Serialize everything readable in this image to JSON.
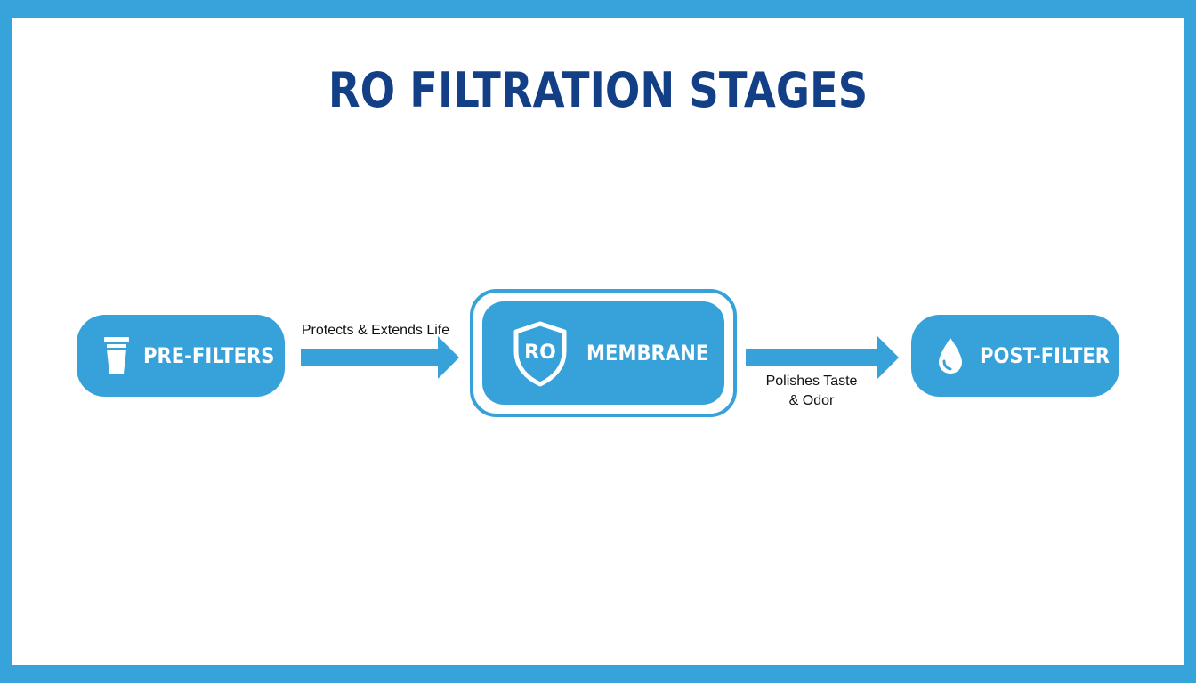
{
  "title": "RO FILTRATION STAGES",
  "colors": {
    "border": "#36a3da",
    "accent": "#37a2da",
    "title": "#133f86"
  },
  "nodes": [
    {
      "label": "PRE-FILTERS",
      "icon": "filter-cartridge-icon"
    },
    {
      "label": "MEMBRANE",
      "icon": "shield-ro-icon",
      "badge": "RO"
    },
    {
      "label": "POST-FILTER",
      "icon": "water-drop-icon"
    }
  ],
  "edges": [
    {
      "from": "PRE-FILTERS",
      "to": "MEMBRANE",
      "label": "Protects & Extends Life"
    },
    {
      "from": "MEMBRANE",
      "to": "POST-FILTER",
      "label_line1": "Polishes Taste",
      "label_line2": "& Odor"
    }
  ]
}
